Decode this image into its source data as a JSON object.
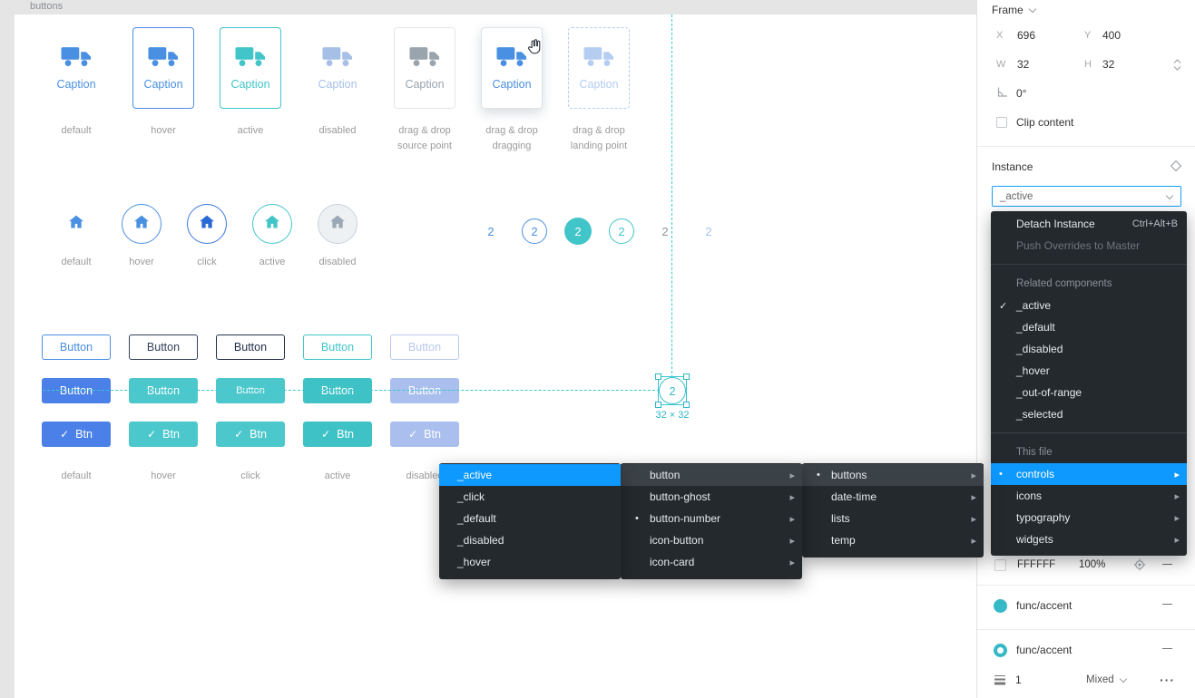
{
  "canvas": {
    "frame_title": "buttons",
    "cards": [
      {
        "caption": "Caption",
        "label": "default"
      },
      {
        "caption": "Caption",
        "label": "hover"
      },
      {
        "caption": "Caption",
        "label": "active"
      },
      {
        "caption": "Caption",
        "label": "disabled"
      },
      {
        "caption": "Caption",
        "label": "drag & drop source point"
      },
      {
        "caption": "Caption",
        "label": "drag & drop dragging"
      },
      {
        "caption": "Caption",
        "label": "drag & drop landing point"
      }
    ],
    "icon_button_labels": [
      "default",
      "hover",
      "click",
      "active",
      "disabled"
    ],
    "badges": [
      "2",
      "2",
      "2",
      "2",
      "2",
      "2"
    ],
    "outline_buttons": [
      "Button",
      "Button",
      "Button",
      "Button",
      "Button"
    ],
    "filled_buttons": [
      "Button",
      "Button",
      "Button",
      "Button",
      "Button"
    ],
    "check_buttons": [
      "Btn",
      "Btn",
      "Btn",
      "Btn",
      "Btn"
    ],
    "button_state_labels": [
      "default",
      "hover",
      "click",
      "active",
      "disabled"
    ],
    "selection": {
      "value": "2",
      "size_label": "32 × 32"
    }
  },
  "inspector": {
    "frame": {
      "title": "Frame",
      "x_label": "X",
      "x_value": "696",
      "y_label": "Y",
      "y_value": "400",
      "w_label": "W",
      "w_value": "32",
      "h_label": "H",
      "h_value": "32",
      "rotation_value": "0°",
      "clip_content_label": "Clip content"
    },
    "instance": {
      "title": "Instance",
      "selected_value": "_active"
    },
    "fill": {
      "hex": "FFFFFF",
      "opacity": "100%"
    },
    "styles": [
      {
        "name": "func/accent"
      },
      {
        "name": "func/accent"
      }
    ],
    "stroke": {
      "weight": "1",
      "align_value": "Mixed"
    }
  },
  "menu": {
    "detach": {
      "label": "Detach Instance",
      "shortcut": "Ctrl+Alt+B"
    },
    "push_overrides": {
      "label": "Push Overrides to Master"
    },
    "related_header": "Related components",
    "related_items": [
      "_active",
      "_default",
      "_disabled",
      "_hover",
      "_out-of-range",
      "_selected"
    ],
    "file_header": "This file",
    "file_items": [
      "controls",
      "icons",
      "typography",
      "widgets"
    ],
    "sections_submenu": [
      "buttons",
      "date-time",
      "lists",
      "temp"
    ],
    "components_submenu": [
      "button",
      "button-ghost",
      "button-number",
      "icon-button",
      "icon-card"
    ],
    "states_submenu": [
      "_active",
      "_click",
      "_default",
      "_disabled",
      "_hover"
    ]
  },
  "icons": {
    "submenu_arrow": "▸",
    "checkmark": "✓",
    "bullet": "•",
    "ellipsis": "···",
    "button_check": "✓"
  },
  "colors": {
    "accent_blue": "#4a90e2",
    "teal": "#41c5c9",
    "menu_highlight": "#0d99ff",
    "selection": "#35bfcd"
  }
}
